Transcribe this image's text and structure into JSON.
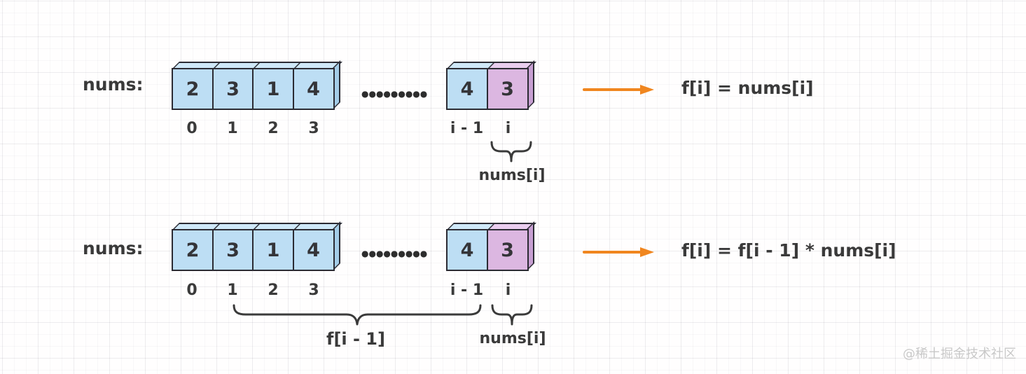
{
  "rows": [
    {
      "label": "nums:",
      "cells": [
        "2",
        "3",
        "1",
        "4"
      ],
      "indices": [
        "0",
        "1",
        "2",
        "3"
      ],
      "dots": "●●●●●●●●●",
      "pair_cells": [
        "4",
        "3"
      ],
      "pair_indices": [
        "i - 1",
        "i"
      ],
      "pair_brace_label": "nums[i]",
      "formula": "f[i] = nums[i]"
    },
    {
      "label": "nums:",
      "cells": [
        "2",
        "3",
        "1",
        "4"
      ],
      "indices": [
        "0",
        "1",
        "2",
        "3"
      ],
      "dots": "●●●●●●●●●",
      "pair_cells": [
        "4",
        "3"
      ],
      "pair_indices": [
        "i - 1",
        "i"
      ],
      "pair_brace_label": "nums[i]",
      "range_brace_label": "f[i - 1]",
      "formula": "f[i] = f[i - 1] * nums[i]"
    }
  ],
  "watermark": "@稀土掘金技术社区",
  "colors": {
    "cell_blue": "#bddef4",
    "cell_blue_top": "#cfe8f8",
    "cell_blue_side": "#a3cce7",
    "cell_pink": "#dcb7e1",
    "cell_pink_top": "#e9cdee",
    "cell_pink_side": "#c79fd2",
    "outline": "#2b2b33",
    "arrow_orange": "#f0861f",
    "text": "#3a3a3a",
    "watermark_gray": "#c8c8c8"
  }
}
